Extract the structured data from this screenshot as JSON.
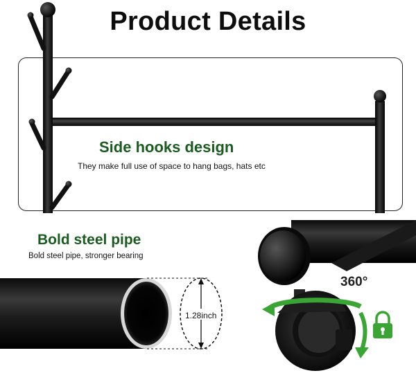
{
  "title": "Product Details",
  "features": {
    "hooks": {
      "heading": "Side hooks design",
      "description": "They make full use of space to hang bags, hats etc"
    },
    "pipe": {
      "heading": "Bold steel pipe",
      "description": "Bold steel pipe, stronger bearing",
      "diameter_label": "1.28inch"
    },
    "wheel": {
      "rotation_label": "360°"
    }
  },
  "colors": {
    "heading_green": "#1a5c1f",
    "arrow_green": "#3aa534",
    "metal_black": "#161616"
  },
  "icons": [
    "lock-icon",
    "rotation-arrow-icon"
  ]
}
